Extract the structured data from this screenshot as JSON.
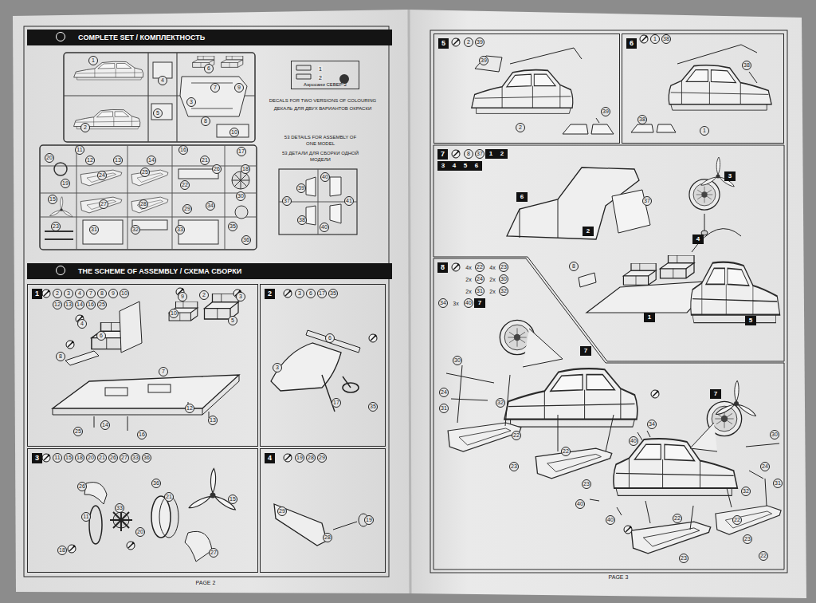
{
  "diagram": {
    "nodes": [
      {
        "text": [
          "COMPLETE SET / КОМПЛЕКТНОСТЬ"
        ]
      },
      {
        "text": [
          "Аэросани СЕВЕР-2"
        ]
      },
      {
        "text": [
          "THE SCHEME OF ASSEMBLY / СХЕМА СБОРКИ"
        ]
      },
      {
        "text": [
          "1"
        ]
      },
      {
        "text": [
          "2"
        ]
      },
      {
        "text": [
          "3"
        ]
      },
      {
        "text": [
          "4"
        ]
      },
      {
        "text": [
          "5"
        ]
      },
      {
        "text": [
          "6"
        ]
      },
      {
        "text": [
          "7"
        ]
      },
      {
        "text": [
          "8"
        ]
      }
    ],
    "labels": [
      "1",
      "2",
      "3",
      "4",
      "5",
      "6",
      "7",
      "8",
      "9",
      "10",
      "1",
      "2",
      "DECALS FOR TWO VERSIONS OF COLOURING",
      "ДЕКАЛЬ ДЛЯ ДВУХ ВАРИАНТОВ ОКРАСКИ",
      "53 DETAILS FOR ASSEMBLY OF ONE MODEL",
      "53 ДЕТАЛИ ДЛЯ СБОРКИ ОДНОЙ МОДЕЛИ",
      "11",
      "12",
      "13",
      "14",
      "15",
      "16",
      "17",
      "18",
      "19",
      "20",
      "21",
      "22",
      "23",
      "24",
      "25",
      "26",
      "27",
      "28",
      "29",
      "30",
      "31",
      "32",
      "33",
      "34",
      "35",
      "36",
      "40",
      "39",
      "37",
      "41",
      "38",
      "40",
      "2",
      "3",
      "4",
      "7",
      "8",
      "9",
      "10",
      "12",
      "13",
      "14",
      "16",
      "25",
      "4",
      "6",
      "8",
      "10",
      "9",
      "5",
      "7",
      "12",
      "13",
      "14",
      "16",
      "25",
      "2",
      "3",
      "3",
      "6",
      "17",
      "35",
      "6",
      "3",
      "17",
      "35",
      "11",
      "15",
      "18",
      "20",
      "21",
      "26",
      "27",
      "33",
      "36",
      "26",
      "36",
      "33",
      "21",
      "15",
      "11",
      "20",
      "18",
      "27",
      "19",
      "28",
      "29",
      "29",
      "28",
      "19",
      "2",
      "39",
      "39",
      "2",
      "39",
      "1",
      "38",
      "38",
      "38",
      "1",
      "8",
      "37",
      "1",
      "2",
      "3",
      "4",
      "5",
      "6",
      "6",
      "37",
      "3",
      "2",
      "4",
      "8",
      "1",
      "5",
      "4x",
      "22",
      "4x",
      "23",
      "2x",
      "24",
      "2x",
      "30",
      "2x",
      "31",
      "2x",
      "32",
      "34",
      "3x",
      "40",
      "7",
      "7",
      "30",
      "24",
      "31",
      "32",
      "22",
      "23",
      "22",
      "23",
      "34",
      "40",
      "7",
      "30",
      "24",
      "31",
      "32",
      "40",
      "40",
      "22",
      "23",
      "22",
      "23",
      "22",
      "PAGE 2",
      "PAGE 3"
    ]
  }
}
